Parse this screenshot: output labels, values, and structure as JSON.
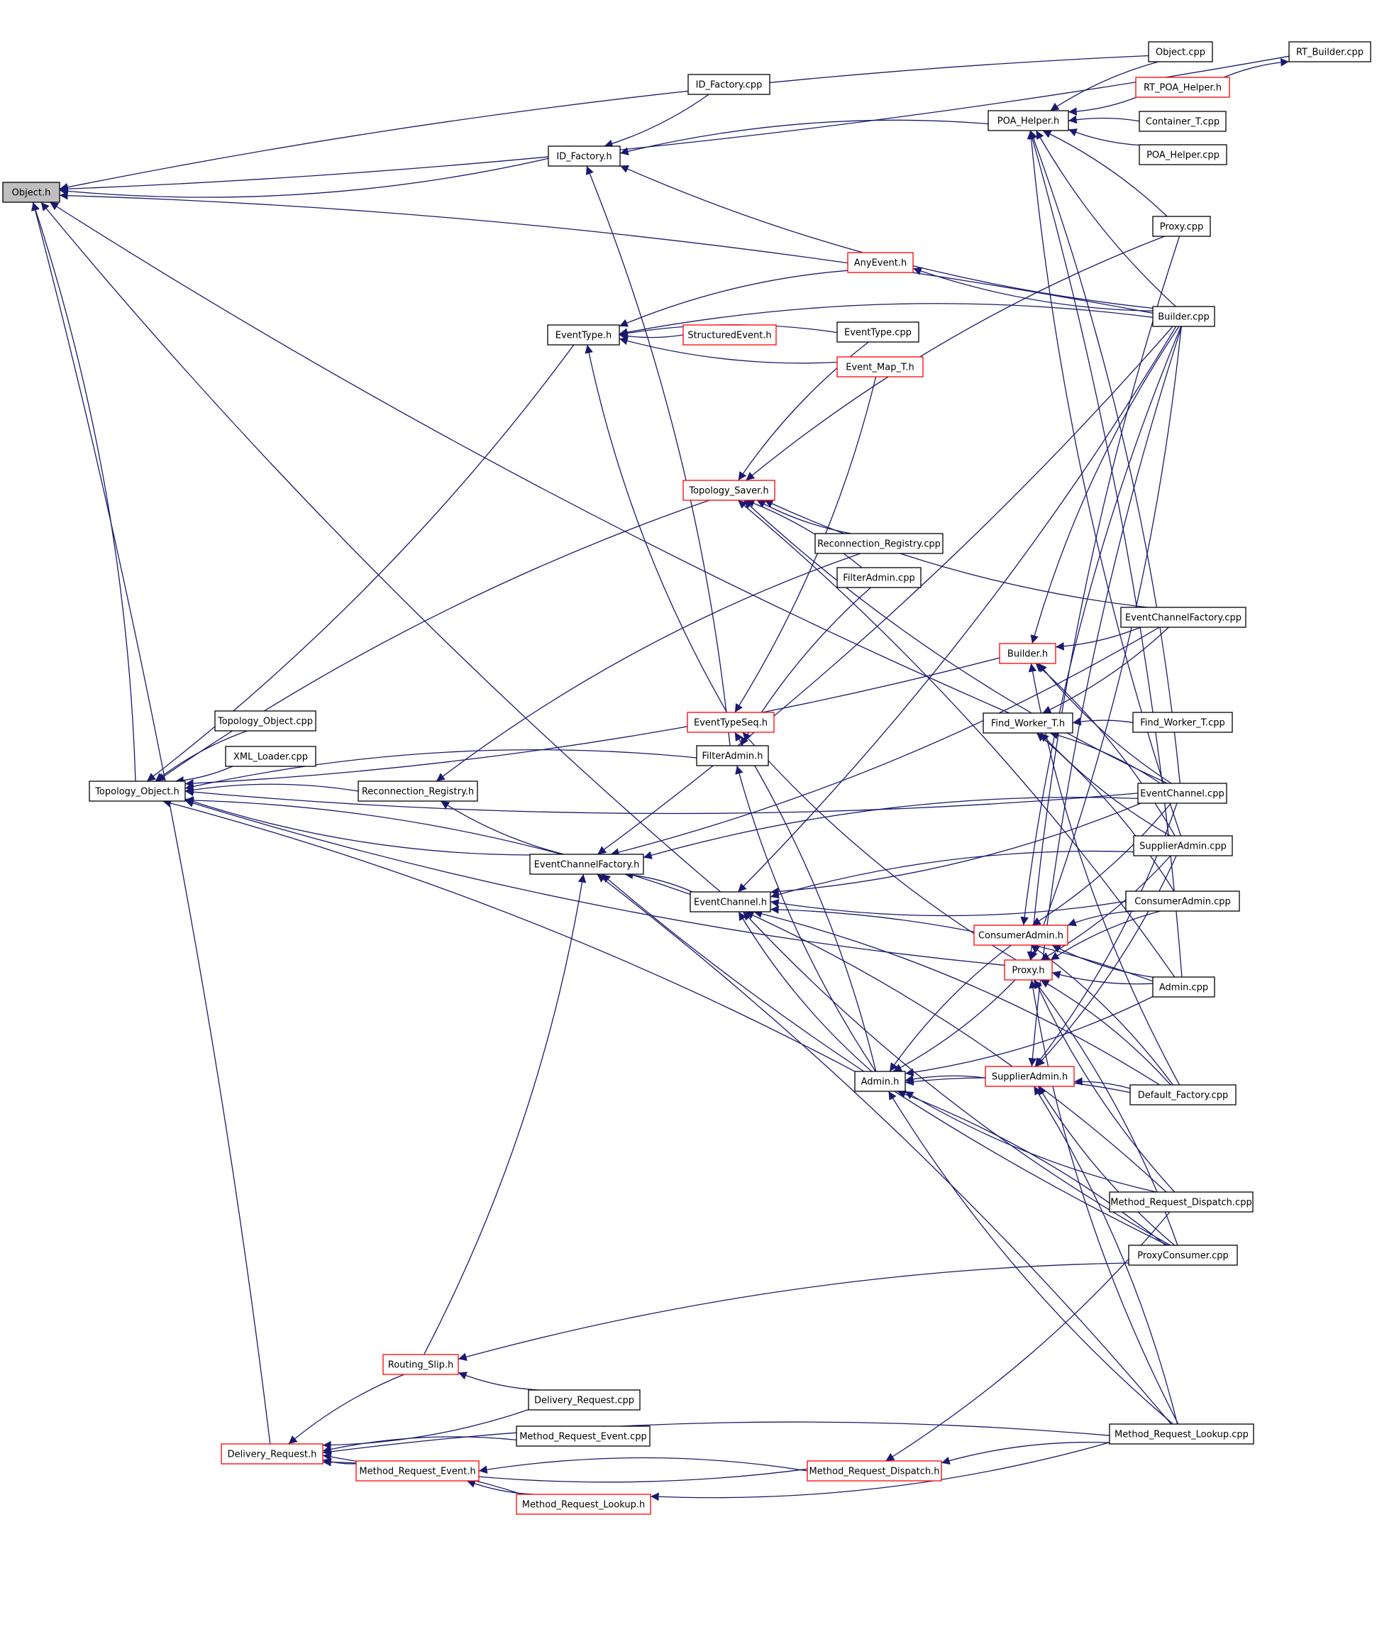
{
  "colors": {
    "edge": "#191970",
    "root_fill": "#bfbfbf",
    "node_border_black": "#000000",
    "node_border_red": "#ff0000",
    "node_fill": "#ffffff"
  },
  "nodes": [
    {
      "id": "object_h",
      "label": "Object.h",
      "border": "black",
      "fill": "gray"
    },
    {
      "id": "rt_builder_cpp",
      "label": "RT_Builder.cpp",
      "border": "black"
    },
    {
      "id": "object_cpp",
      "label": "Object.cpp",
      "border": "black"
    },
    {
      "id": "rt_poa_helper_h",
      "label": "RT_POA_Helper.h",
      "border": "red"
    },
    {
      "id": "id_factory_cpp",
      "label": "ID_Factory.cpp",
      "border": "black"
    },
    {
      "id": "poa_helper_h",
      "label": "POA_Helper.h",
      "border": "black"
    },
    {
      "id": "container_t_cpp",
      "label": "Container_T.cpp",
      "border": "black"
    },
    {
      "id": "id_factory_h",
      "label": "ID_Factory.h",
      "border": "black"
    },
    {
      "id": "poa_helper_cpp",
      "label": "POA_Helper.cpp",
      "border": "black"
    },
    {
      "id": "proxy_cpp",
      "label": "Proxy.cpp",
      "border": "black"
    },
    {
      "id": "anyevent_h",
      "label": "AnyEvent.h",
      "border": "red"
    },
    {
      "id": "builder_cpp",
      "label": "Builder.cpp",
      "border": "black"
    },
    {
      "id": "eventtype_h",
      "label": "EventType.h",
      "border": "black"
    },
    {
      "id": "structuredevent_h",
      "label": "StructuredEvent.h",
      "border": "red"
    },
    {
      "id": "eventtype_cpp",
      "label": "EventType.cpp",
      "border": "black"
    },
    {
      "id": "event_map_t_h",
      "label": "Event_Map_T.h",
      "border": "red"
    },
    {
      "id": "topology_saver_h",
      "label": "Topology_Saver.h",
      "border": "red"
    },
    {
      "id": "reconnection_registry_cpp",
      "label": "Reconnection_Registry.cpp",
      "border": "black"
    },
    {
      "id": "filteradmin_cpp",
      "label": "FilterAdmin.cpp",
      "border": "black"
    },
    {
      "id": "eventchannelfactory_cpp",
      "label": "EventChannelFactory.cpp",
      "border": "black"
    },
    {
      "id": "builder_h",
      "label": "Builder.h",
      "border": "red"
    },
    {
      "id": "find_worker_t_h",
      "label": "Find_Worker_T.h",
      "border": "black"
    },
    {
      "id": "find_worker_t_cpp",
      "label": "Find_Worker_T.cpp",
      "border": "black"
    },
    {
      "id": "topology_object_cpp",
      "label": "Topology_Object.cpp",
      "border": "black"
    },
    {
      "id": "eventtypeseq_h",
      "label": "EventTypeSeq.h",
      "border": "red"
    },
    {
      "id": "xml_loader_cpp",
      "label": "XML_Loader.cpp",
      "border": "black"
    },
    {
      "id": "filteradmin_h",
      "label": "FilterAdmin.h",
      "border": "black"
    },
    {
      "id": "topology_object_h",
      "label": "Topology_Object.h",
      "border": "black"
    },
    {
      "id": "reconnection_registry_h",
      "label": "Reconnection_Registry.h",
      "border": "black"
    },
    {
      "id": "eventchannel_cpp",
      "label": "EventChannel.cpp",
      "border": "black"
    },
    {
      "id": "supplieradmin_cpp",
      "label": "SupplierAdmin.cpp",
      "border": "black"
    },
    {
      "id": "eventchannelfactory_h",
      "label": "EventChannelFactory.h",
      "border": "black"
    },
    {
      "id": "eventchannel_h",
      "label": "EventChannel.h",
      "border": "black"
    },
    {
      "id": "consumeradmin_cpp",
      "label": "ConsumerAdmin.cpp",
      "border": "black"
    },
    {
      "id": "consumeradmin_h",
      "label": "ConsumerAdmin.h",
      "border": "red"
    },
    {
      "id": "proxy_h",
      "label": "Proxy.h",
      "border": "red"
    },
    {
      "id": "admin_cpp",
      "label": "Admin.cpp",
      "border": "black"
    },
    {
      "id": "admin_h",
      "label": "Admin.h",
      "border": "black"
    },
    {
      "id": "supplieradmin_h",
      "label": "SupplierAdmin.h",
      "border": "red"
    },
    {
      "id": "default_factory_cpp",
      "label": "Default_Factory.cpp",
      "border": "black"
    },
    {
      "id": "method_request_dispatch_cpp",
      "label": "Method_Request_Dispatch.cpp",
      "border": "black"
    },
    {
      "id": "proxyconsumer_cpp",
      "label": "ProxyConsumer.cpp",
      "border": "black"
    },
    {
      "id": "routing_slip_h",
      "label": "Routing_Slip.h",
      "border": "red"
    },
    {
      "id": "delivery_request_cpp",
      "label": "Delivery_Request.cpp",
      "border": "black"
    },
    {
      "id": "method_request_event_cpp",
      "label": "Method_Request_Event.cpp",
      "border": "black"
    },
    {
      "id": "method_request_lookup_cpp",
      "label": "Method_Request_Lookup.cpp",
      "border": "black"
    },
    {
      "id": "delivery_request_h",
      "label": "Delivery_Request.h",
      "border": "red"
    },
    {
      "id": "method_request_event_h",
      "label": "Method_Request_Event.h",
      "border": "red"
    },
    {
      "id": "method_request_dispatch_h",
      "label": "Method_Request_Dispatch.h",
      "border": "red"
    },
    {
      "id": "method_request_lookup_h",
      "label": "Method_Request_Lookup.h",
      "border": "red"
    }
  ],
  "edges": [
    [
      "rt_builder_cpp",
      "object_h"
    ],
    [
      "object_cpp",
      "object_h"
    ],
    [
      "id_factory_h",
      "object_h"
    ],
    [
      "builder_cpp",
      "object_h"
    ],
    [
      "find_worker_t_h",
      "object_h"
    ],
    [
      "topology_object_h",
      "object_h"
    ],
    [
      "eventchannel_h",
      "object_h"
    ],
    [
      "delivery_request_h",
      "object_h"
    ],
    [
      "rt_poa_helper_h",
      "rt_builder_cpp"
    ],
    [
      "object_cpp",
      "poa_helper_h"
    ],
    [
      "rt_poa_helper_h",
      "poa_helper_h"
    ],
    [
      "container_t_cpp",
      "poa_helper_h"
    ],
    [
      "poa_helper_cpp",
      "poa_helper_h"
    ],
    [
      "proxy_cpp",
      "poa_helper_h"
    ],
    [
      "builder_cpp",
      "poa_helper_h"
    ],
    [
      "eventchannel_cpp",
      "poa_helper_h"
    ],
    [
      "supplieradmin_cpp",
      "poa_helper_h"
    ],
    [
      "admin_cpp",
      "poa_helper_h"
    ],
    [
      "id_factory_cpp",
      "id_factory_h"
    ],
    [
      "poa_helper_h",
      "id_factory_h"
    ],
    [
      "builder_cpp",
      "id_factory_h"
    ],
    [
      "filteradmin_h",
      "id_factory_h"
    ],
    [
      "builder_cpp",
      "anyevent_h"
    ],
    [
      "anyevent_h",
      "eventtype_h"
    ],
    [
      "structuredevent_h",
      "eventtype_h"
    ],
    [
      "eventtype_cpp",
      "eventtype_h"
    ],
    [
      "event_map_t_h",
      "eventtype_h"
    ],
    [
      "builder_cpp",
      "eventtype_h"
    ],
    [
      "eventtypeseq_h",
      "eventtype_h"
    ],
    [
      "eventtype_cpp",
      "topology_saver_h"
    ],
    [
      "reconnection_registry_cpp",
      "topology_saver_h"
    ],
    [
      "filteradmin_cpp",
      "topology_saver_h"
    ],
    [
      "eventchannelfactory_cpp",
      "topology_saver_h"
    ],
    [
      "proxy_cpp",
      "topology_saver_h"
    ],
    [
      "eventchannel_cpp",
      "topology_saver_h"
    ],
    [
      "admin_cpp",
      "topology_saver_h"
    ],
    [
      "eventchannelfactory_cpp",
      "builder_h"
    ],
    [
      "builder_cpp",
      "builder_h"
    ],
    [
      "eventchannel_cpp",
      "builder_h"
    ],
    [
      "supplieradmin_cpp",
      "builder_h"
    ],
    [
      "default_factory_cpp",
      "builder_h"
    ],
    [
      "find_worker_t_cpp",
      "find_worker_t_h"
    ],
    [
      "eventchannelfactory_cpp",
      "find_worker_t_h"
    ],
    [
      "eventchannel_cpp",
      "find_worker_t_h"
    ],
    [
      "supplieradmin_cpp",
      "find_worker_t_h"
    ],
    [
      "consumeradmin_cpp",
      "find_worker_t_h"
    ],
    [
      "event_map_t_h",
      "eventtypeseq_h"
    ],
    [
      "filteradmin_cpp",
      "filteradmin_h"
    ],
    [
      "proxy_h",
      "eventtypeseq_h"
    ],
    [
      "admin_h",
      "eventtypeseq_h"
    ],
    [
      "admin_h",
      "filteradmin_h"
    ],
    [
      "topology_object_cpp",
      "topology_object_h"
    ],
    [
      "xml_loader_cpp",
      "topology_object_h"
    ],
    [
      "reconnection_registry_h",
      "topology_object_h"
    ],
    [
      "eventtype_h",
      "topology_object_h"
    ],
    [
      "topology_saver_h",
      "topology_object_h"
    ],
    [
      "builder_h",
      "topology_object_h"
    ],
    [
      "filteradmin_h",
      "topology_object_h"
    ],
    [
      "eventchannelfactory_h",
      "topology_object_h"
    ],
    [
      "eventchannel_h",
      "topology_object_h"
    ],
    [
      "proxy_h",
      "topology_object_h"
    ],
    [
      "admin_h",
      "topology_object_h"
    ],
    [
      "eventchannel_cpp",
      "topology_object_h"
    ],
    [
      "reconnection_registry_cpp",
      "reconnection_registry_h"
    ],
    [
      "eventchannelfactory_h",
      "reconnection_registry_h"
    ],
    [
      "eventchannel_h",
      "eventchannelfactory_h"
    ],
    [
      "eventchannelfactory_cpp",
      "eventchannelfactory_h"
    ],
    [
      "eventchannel_cpp",
      "eventchannelfactory_h"
    ],
    [
      "builder_cpp",
      "eventchannelfactory_h"
    ],
    [
      "method_request_lookup_cpp",
      "eventchannelfactory_h"
    ],
    [
      "proxyconsumer_cpp",
      "eventchannelfactory_h"
    ],
    [
      "routing_slip_h",
      "eventchannelfactory_h"
    ],
    [
      "eventchannel_cpp",
      "eventchannel_h"
    ],
    [
      "supplieradmin_cpp",
      "eventchannel_h"
    ],
    [
      "consumeradmin_cpp",
      "eventchannel_h"
    ],
    [
      "admin_cpp",
      "eventchannel_h"
    ],
    [
      "admin_h",
      "eventchannel_h"
    ],
    [
      "default_factory_cpp",
      "eventchannel_h"
    ],
    [
      "builder_cpp",
      "eventchannel_h"
    ],
    [
      "method_request_dispatch_cpp",
      "eventchannel_h"
    ],
    [
      "proxyconsumer_cpp",
      "eventchannel_h"
    ],
    [
      "consumeradmin_cpp",
      "consumeradmin_h"
    ],
    [
      "admin_cpp",
      "consumeradmin_h"
    ],
    [
      "builder_cpp",
      "consumeradmin_h"
    ],
    [
      "eventchannel_cpp",
      "consumeradmin_h"
    ],
    [
      "default_factory_cpp",
      "consumeradmin_h"
    ],
    [
      "admin_cpp",
      "proxy_h"
    ],
    [
      "proxy_cpp",
      "proxy_h"
    ],
    [
      "builder_cpp",
      "proxy_h"
    ],
    [
      "consumeradmin_cpp",
      "proxy_h"
    ],
    [
      "supplieradmin_cpp",
      "proxy_h"
    ],
    [
      "default_factory_cpp",
      "proxy_h"
    ],
    [
      "method_request_dispatch_cpp",
      "proxy_h"
    ],
    [
      "proxyconsumer_cpp",
      "proxy_h"
    ],
    [
      "method_request_lookup_cpp",
      "proxy_h"
    ],
    [
      "consumeradmin_h",
      "admin_h"
    ],
    [
      "proxy_h",
      "admin_h"
    ],
    [
      "supplieradmin_h",
      "admin_h"
    ],
    [
      "admin_cpp",
      "admin_h"
    ],
    [
      "default_factory_cpp",
      "admin_h"
    ],
    [
      "method_request_dispatch_cpp",
      "admin_h"
    ],
    [
      "proxyconsumer_cpp",
      "admin_h"
    ],
    [
      "method_request_lookup_cpp",
      "admin_h"
    ],
    [
      "default_factory_cpp",
      "supplieradmin_h"
    ],
    [
      "supplieradmin_cpp",
      "supplieradmin_h"
    ],
    [
      "builder_cpp",
      "supplieradmin_h"
    ],
    [
      "eventchannel_cpp",
      "supplieradmin_h"
    ],
    [
      "method_request_lookup_cpp",
      "supplieradmin_h"
    ],
    [
      "proxyconsumer_cpp",
      "supplieradmin_h"
    ],
    [
      "proxyconsumer_cpp",
      "routing_slip_h"
    ],
    [
      "delivery_request_cpp",
      "routing_slip_h"
    ],
    [
      "routing_slip_h",
      "delivery_request_h"
    ],
    [
      "delivery_request_cpp",
      "delivery_request_h"
    ],
    [
      "method_request_event_cpp",
      "delivery_request_h"
    ],
    [
      "method_request_event_h",
      "delivery_request_h"
    ],
    [
      "method_request_lookup_h",
      "delivery_request_h"
    ],
    [
      "method_request_dispatch_h",
      "delivery_request_h"
    ],
    [
      "method_request_lookup_cpp",
      "delivery_request_h"
    ],
    [
      "method_request_lookup_h",
      "method_request_event_h"
    ],
    [
      "method_request_dispatch_h",
      "method_request_event_h"
    ],
    [
      "method_request_dispatch_cpp",
      "method_request_dispatch_h"
    ],
    [
      "method_request_lookup_cpp",
      "method_request_dispatch_h"
    ],
    [
      "method_request_lookup_cpp",
      "method_request_lookup_h"
    ]
  ]
}
